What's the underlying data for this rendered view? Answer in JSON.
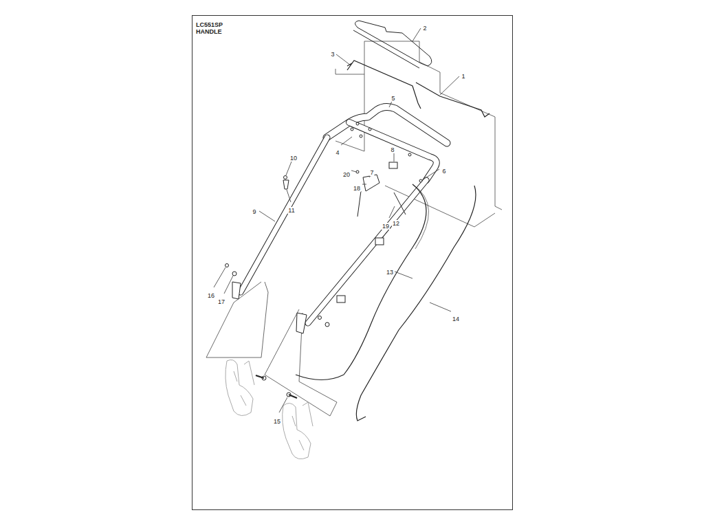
{
  "diagram": {
    "title": "LC551SP HANDLE",
    "labels": [
      "2",
      "3",
      "1",
      "5",
      "4",
      "8",
      "10",
      "20",
      "7",
      "6",
      "18",
      "11",
      "9",
      "19",
      "12",
      "13",
      "16",
      "17",
      "14",
      "15"
    ]
  }
}
